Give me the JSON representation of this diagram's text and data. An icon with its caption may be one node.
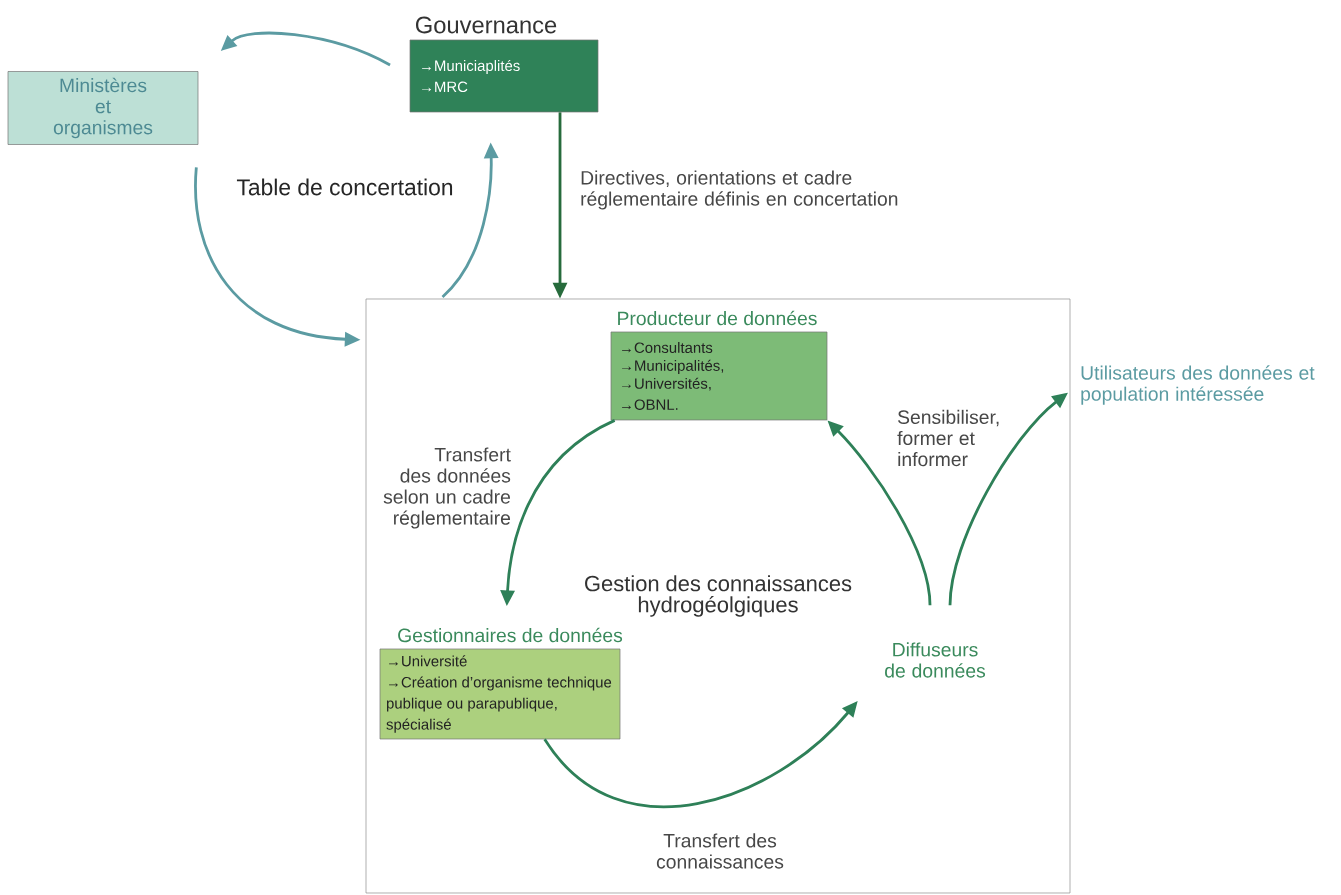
{
  "diagram": {
    "nodes": [
      {
        "text": [
          "Ministères et organismes"
        ]
      },
      {
        "text": [
          "Gouvernance",
          "→Municiaplités",
          "→MRC"
        ]
      },
      {
        "text": [
          "Gestion des connaissances hydrogéolgiques"
        ]
      },
      {
        "text": [
          "Producteur de données",
          "→Consultants",
          "→Municipalités,",
          "→Universités,",
          "→OBNL."
        ],
        "in": 2
      },
      {
        "text": [
          "Gestionnaires de données",
          "→Université",
          "→Création d’organisme technique publique ou parapublique, spécialisé"
        ],
        "in": 2
      },
      {
        "text": [
          "Diffuseurs de données"
        ],
        "in": 2
      },
      {
        "text": [
          "Utilisateurs des données et population intéressée"
        ]
      }
    ],
    "edges": [
      {
        "from": 1,
        "to": 0,
        "arrow": "to",
        "color": "#5b9ba2"
      },
      {
        "from": 0,
        "to": 2,
        "arrow": "to",
        "color": "#5b9ba2"
      },
      {
        "from": 2,
        "to": 1,
        "arrow": "to",
        "color": "#5b9ba2"
      },
      {
        "from": 1,
        "to": 2,
        "arrow": "to",
        "label": "Directives, orientations et cadre réglementaire définis en concertation",
        "color": "#276b3c"
      },
      {
        "from": 3,
        "to": 4,
        "arrow": "to",
        "label": "Transfert des données selon un cadre réglementaire"
      },
      {
        "from": 4,
        "to": 5,
        "arrow": "to",
        "label": "Transfert des connaissances"
      },
      {
        "from": 5,
        "to": 3,
        "arrow": "to",
        "label": "Sensibiliser, former et informer"
      },
      {
        "from": 5,
        "to": 6,
        "arrow": "to"
      }
    ],
    "labels": [
      "Table de concertation"
    ]
  }
}
